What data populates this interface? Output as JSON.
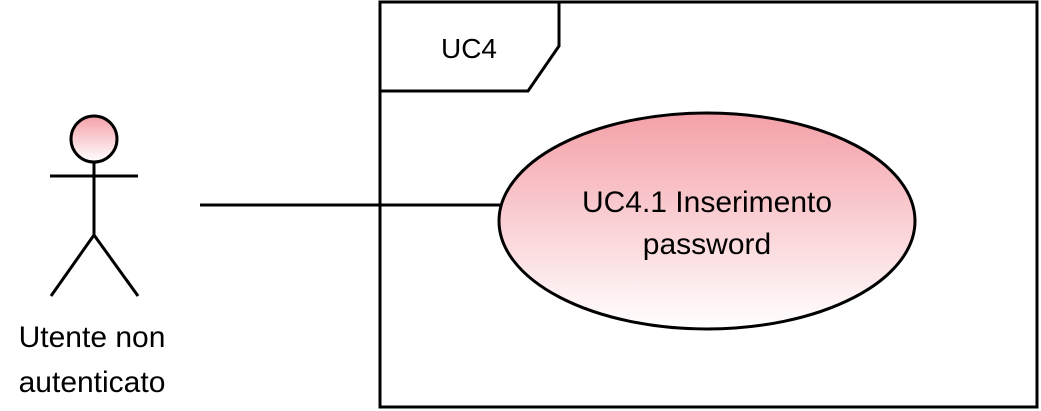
{
  "diagram": {
    "system": {
      "name": "UC4"
    },
    "actor": {
      "name_line1": "Utente non",
      "name_line2": "autenticato"
    },
    "use_case": {
      "name_line1": "UC4.1 Inserimento",
      "name_line2": "password"
    },
    "colors": {
      "fill_top": "#f4a0a8",
      "fill_bottom": "#ffffff",
      "stroke": "#000000"
    }
  }
}
